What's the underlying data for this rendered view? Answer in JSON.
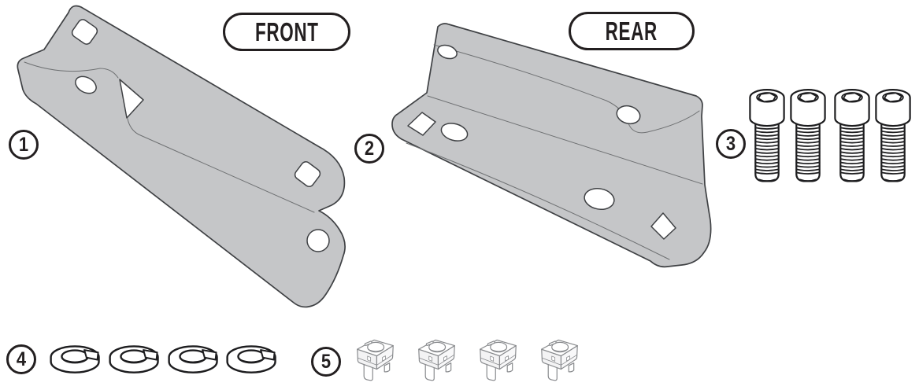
{
  "labels": {
    "front": "FRONT",
    "rear": "REAR"
  },
  "parts": [
    {
      "number": "1",
      "name": "front mounting bracket",
      "quantity": 1
    },
    {
      "number": "2",
      "name": "rear mounting bracket",
      "quantity": 1
    },
    {
      "number": "3",
      "name": "socket head screw",
      "quantity": 4
    },
    {
      "number": "4",
      "name": "spring washer",
      "quantity": 4
    },
    {
      "number": "5",
      "name": "cage nut",
      "quantity": 4
    }
  ],
  "colors": {
    "background": "#ffffff",
    "bracket_fill": "#c5c6c8",
    "bracket_outline": "#3f4144",
    "hardware_outline": "#1d1d1f",
    "cage_nut_outline": "#87898c",
    "label_ink": "#231f20"
  }
}
